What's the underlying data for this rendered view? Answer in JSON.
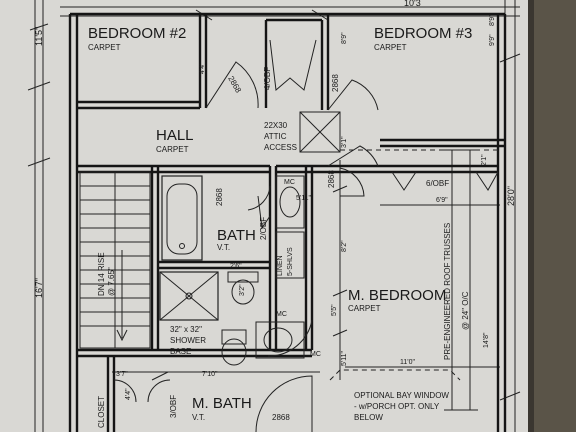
{
  "rooms": {
    "bedroom2": {
      "name": "BEDROOM #2",
      "floor": "CARPET"
    },
    "bedroom3": {
      "name": "BEDROOM #3",
      "floor": "CARPET"
    },
    "hall": {
      "name": "HALL",
      "floor": "CARPET"
    },
    "bath": {
      "name": "BATH",
      "floor": "V.T."
    },
    "m_bedroom": {
      "name": "M. BEDROOM",
      "floor": "CARPET"
    },
    "m_bath": {
      "name": "M. BATH",
      "floor": "V.T."
    },
    "closet": {
      "name": "CLOSET"
    }
  },
  "labels": {
    "attic_access": [
      "22X30",
      "ATTIC",
      "ACCESS"
    ],
    "shower": [
      "32\" x 32\"",
      "SHOWER",
      "BASE"
    ],
    "linen": [
      "LINEN",
      "5-SHLVS"
    ],
    "trusses": "PRE-ENGINEERED ROOF TRUSSES",
    "truss_spacing": "@ 24\" O/C",
    "stairs": [
      "DN 14 RISE",
      "@ 7.65\""
    ],
    "bay_window": [
      "OPTIONAL BAY WINDOW",
      "- w/PORCH OPT. ONLY",
      "BELOW"
    ],
    "mc": "MC",
    "obf_4": "4/OBF",
    "obf_6": "6/OBF",
    "obf_2": "2/OBF",
    "obf_3": "3/OBF"
  },
  "doors": {
    "d1": "2868",
    "d2": "2868",
    "d3": "2868",
    "d4": "2868",
    "d5": "2868"
  },
  "dimensions": {
    "top": "10'3",
    "left_top": "11'5\"",
    "left_main": "16'7\"",
    "right_main": "28'0\"",
    "b3_h1": "8'9\"",
    "b3_h2": "9'9\"",
    "b3_h3": "8'9\"",
    "b2_closet": "4'4\"",
    "attic_w": "3'1\"",
    "hall_w": "5'11\"",
    "bath_w": "6'9\"",
    "mb_h": "8'2\"",
    "mb_h2": "5'5\"",
    "mb_h3": "5'11\"",
    "mb_w": "11'0\"",
    "right_21": "2'1\"",
    "truss_len": "14'8\"",
    "d_26": "2'6\"",
    "d_32": "3'2\"",
    "d_710": "7'10\"",
    "d_37": "3'7\"",
    "d_44": "4'4\""
  }
}
